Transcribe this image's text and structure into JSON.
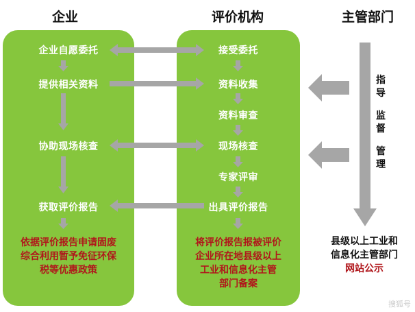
{
  "columns": {
    "enterprise": "企业",
    "agency": "评价机构",
    "authority": "主管部门"
  },
  "enterprise_steps": [
    "企业自愿委托",
    "提供相关资料",
    "协助现场核查",
    "获取评价报告"
  ],
  "enterprise_result": [
    "依据评价报告申请固废",
    "综合利用暂予免征环保",
    "税等优惠政策"
  ],
  "agency_steps": [
    "接受委托",
    "资料收集",
    "资料审查",
    "现场核查",
    "专家评审",
    "出具评价报告"
  ],
  "agency_result": [
    "将评价报告报被评价",
    "企业所在地县级以上",
    "工业和信息化主管",
    "部门备案"
  ],
  "authority_roles": [
    "指",
    "导",
    "监",
    "督",
    "管",
    "理"
  ],
  "county": {
    "line1": "县级以上工业和",
    "line2": "信息化主管部门",
    "site": "网站公示"
  },
  "watermark": "搜狐号",
  "colors": {
    "panel": "#86c63d",
    "arrow": "#a6a6a6",
    "result_text": "#b0161b"
  }
}
